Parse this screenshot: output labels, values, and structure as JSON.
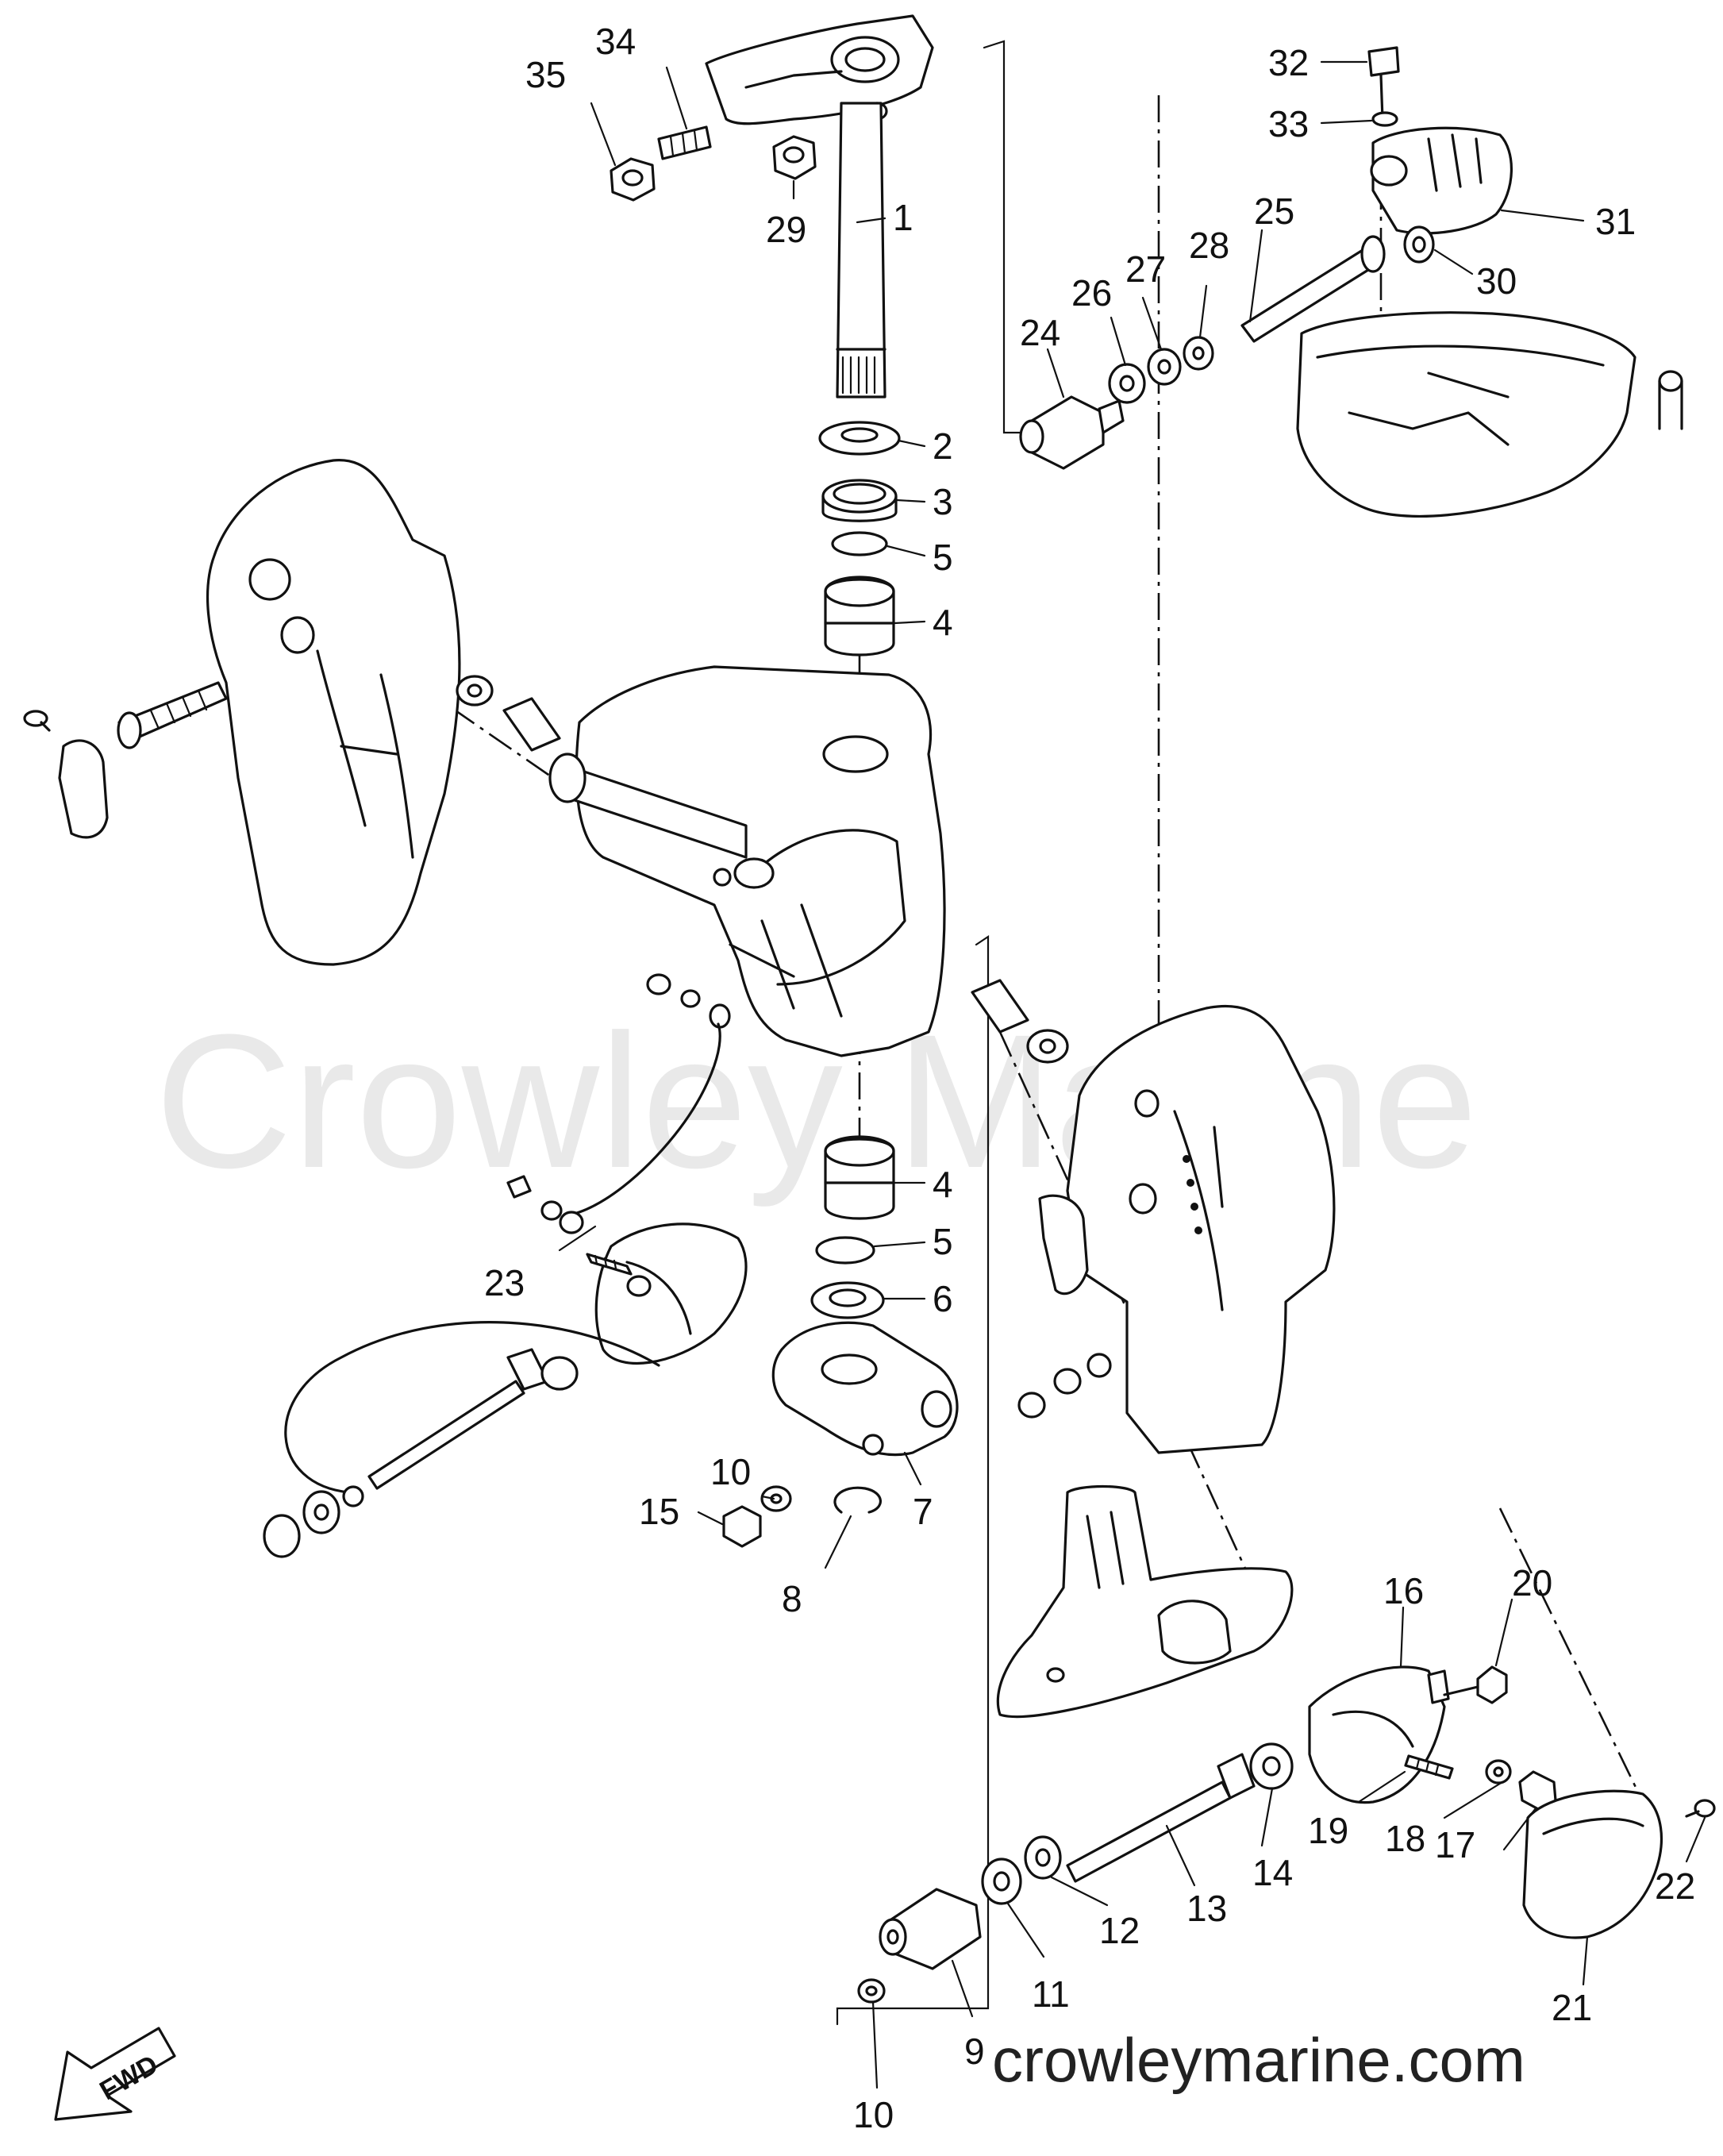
{
  "watermark": "Crowley Marine",
  "website": "crowleymarine.com",
  "direction_label": "FWD",
  "callouts": {
    "p1": "1",
    "p2": "2",
    "p3": "3",
    "p4a": "4",
    "p4b": "4",
    "p5a": "5",
    "p5b": "5",
    "p6": "6",
    "p7": "7",
    "p8": "8",
    "p9": "9",
    "p10a": "10",
    "p10b": "10",
    "p11": "11",
    "p12": "12",
    "p13": "13",
    "p14": "14",
    "p15": "15",
    "p16": "16",
    "p17": "17",
    "p18": "18",
    "p19": "19",
    "p20": "20",
    "p21": "21",
    "p22": "22",
    "p23": "23",
    "p24": "24",
    "p25": "25",
    "p26": "26",
    "p27": "27",
    "p28": "28",
    "p29": "29",
    "p30": "30",
    "p31": "31",
    "p32": "32",
    "p33": "33",
    "p34": "34",
    "p35": "35"
  }
}
